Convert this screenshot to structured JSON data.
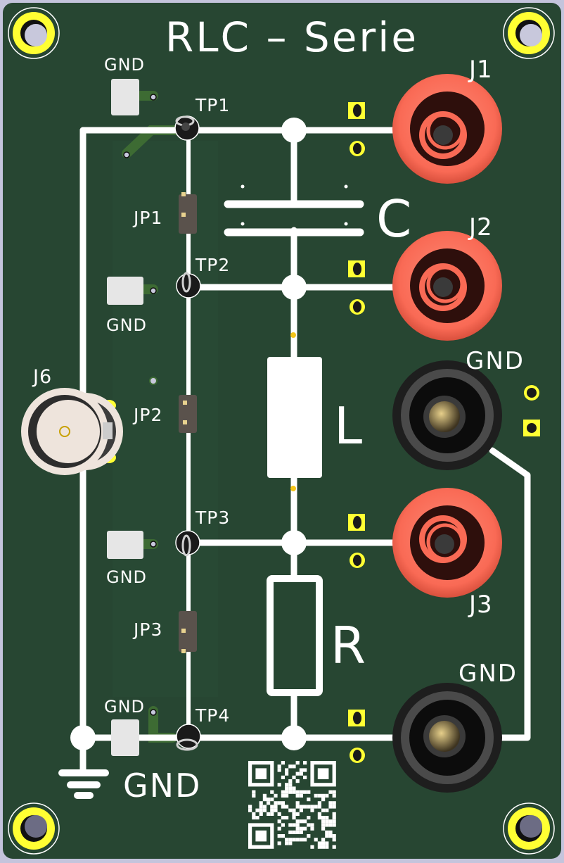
{
  "board": {
    "title": "RLC – Serie",
    "colors": {
      "background": "#c4c4dc",
      "pcb": "#274632",
      "silkscreen": "#ffffff",
      "copper_pad": "#ffff33",
      "red_jack": "#f96a55",
      "black_jack": "#2a2a2a",
      "bnc": "#eee4dc"
    }
  },
  "components": {
    "capacitor": {
      "label": "C"
    },
    "inductor": {
      "label": "L"
    },
    "resistor": {
      "label": "R"
    },
    "jumpers": [
      {
        "label": "JP1"
      },
      {
        "label": "JP2"
      },
      {
        "label": "JP3"
      }
    ],
    "test_points": [
      {
        "label": "TP1"
      },
      {
        "label": "TP2"
      },
      {
        "label": "TP3"
      },
      {
        "label": "TP4"
      }
    ],
    "gnd_pads": [
      {
        "label": "GND"
      },
      {
        "label": "GND"
      },
      {
        "label": "GND"
      },
      {
        "label": "GND"
      }
    ],
    "jacks": [
      {
        "label": "J1",
        "color": "red"
      },
      {
        "label": "J2",
        "color": "red"
      },
      {
        "label": "GND",
        "color": "black"
      },
      {
        "label": "J3",
        "color": "red"
      },
      {
        "label": "GND",
        "color": "black"
      }
    ],
    "bnc": {
      "label": "J6"
    },
    "ground_symbol": {
      "label": "GND"
    },
    "qr_code": {
      "icon": "qr-code-icon"
    }
  }
}
